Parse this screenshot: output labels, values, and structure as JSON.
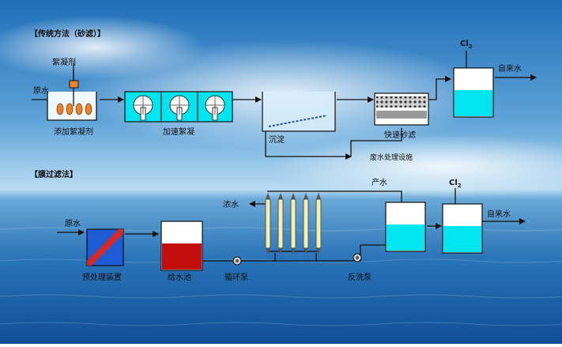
{
  "traditional": {
    "section_title": "【传统方法（砂滤）】",
    "raw_water": "原水",
    "coagulant": "絮凝剂",
    "dosing_label": "添加絮凝剂",
    "fast_coag_label": "加速絮凝",
    "sediment_label": "沉淀",
    "sand_filter_label": "快速砂滤",
    "waste_label": "废水处理设施",
    "chlorine": "Cl",
    "chlorine_sub": "2",
    "tap_water": "自来水"
  },
  "membrane": {
    "section_title": "【膜过滤法】",
    "raw_water": "原水",
    "concentrate": "浓水",
    "product_water": "产水",
    "chlorine": "Cl",
    "chlorine_sub": "2",
    "tap_water": "自来水",
    "pretreat_label": "预处理装置",
    "feed_tank_label": "给水池",
    "circ_pump_label": "循环泵",
    "backwash_pump_label": "反洗泵"
  },
  "colors": {
    "water_cyan": "#00e5f0",
    "membrane_blue": "#1e5bd6",
    "membrane_red": "#d22a2a",
    "feed_tank_red": "#c40d0d",
    "dosing_orange": "#e8852a",
    "line": "#111111"
  }
}
